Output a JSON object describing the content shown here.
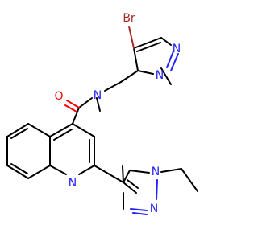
{
  "molecule": {
    "atoms": {
      "bromine": {
        "symbol": "Br",
        "color": "#a52a2a"
      },
      "pyrazole_a_n1": {
        "symbol": "N",
        "color": "#1f1fff"
      },
      "pyrazole_a_n2": {
        "symbol": "N",
        "color": "#1f1fff"
      },
      "amide_n": {
        "symbol": "N",
        "color": "#1f1fff"
      },
      "carbonyl_o": {
        "symbol": "O",
        "color": "#ff0000"
      },
      "quinoline_n": {
        "symbol": "N",
        "color": "#1f1fff"
      },
      "pyrazole_b_n1": {
        "symbol": "N",
        "color": "#1f1fff"
      },
      "pyrazole_b_n2": {
        "symbol": "N",
        "color": "#1f1fff"
      }
    }
  }
}
